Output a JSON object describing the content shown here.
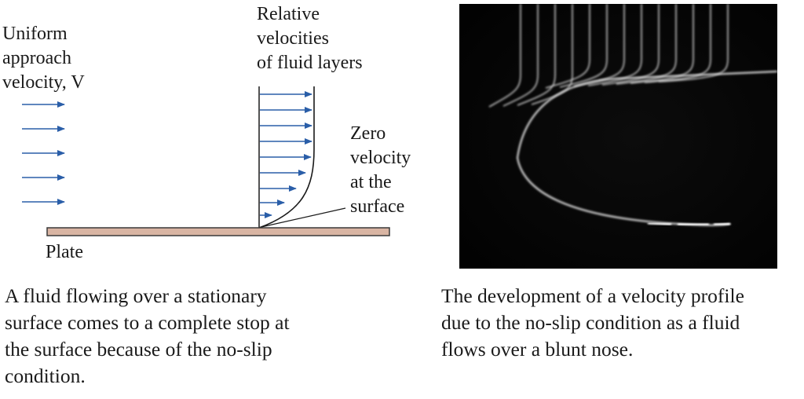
{
  "left_figure": {
    "approach_label": "Uniform\napproach\nvelocity, V",
    "relative_label": "Relative\nvelocities\nof fluid layers",
    "zero_label": "Zero\nvelocity\nat the\nsurface",
    "plate_label": "Plate",
    "caption": "A fluid flowing over a stationary\nsurface comes to a complete stop at\nthe surface because of the no-slip\ncondition."
  },
  "right_figure": {
    "caption": "The development of a velocity profile\ndue to the no-slip condition as a fluid\nflows over a blunt nose."
  },
  "colors": {
    "arrow": "#2a5ea8",
    "plate_fill": "#d9b5a3",
    "plate_edge": "#3a3a3a",
    "photo_bg": "#050505",
    "streak": "#e6e6e6"
  }
}
